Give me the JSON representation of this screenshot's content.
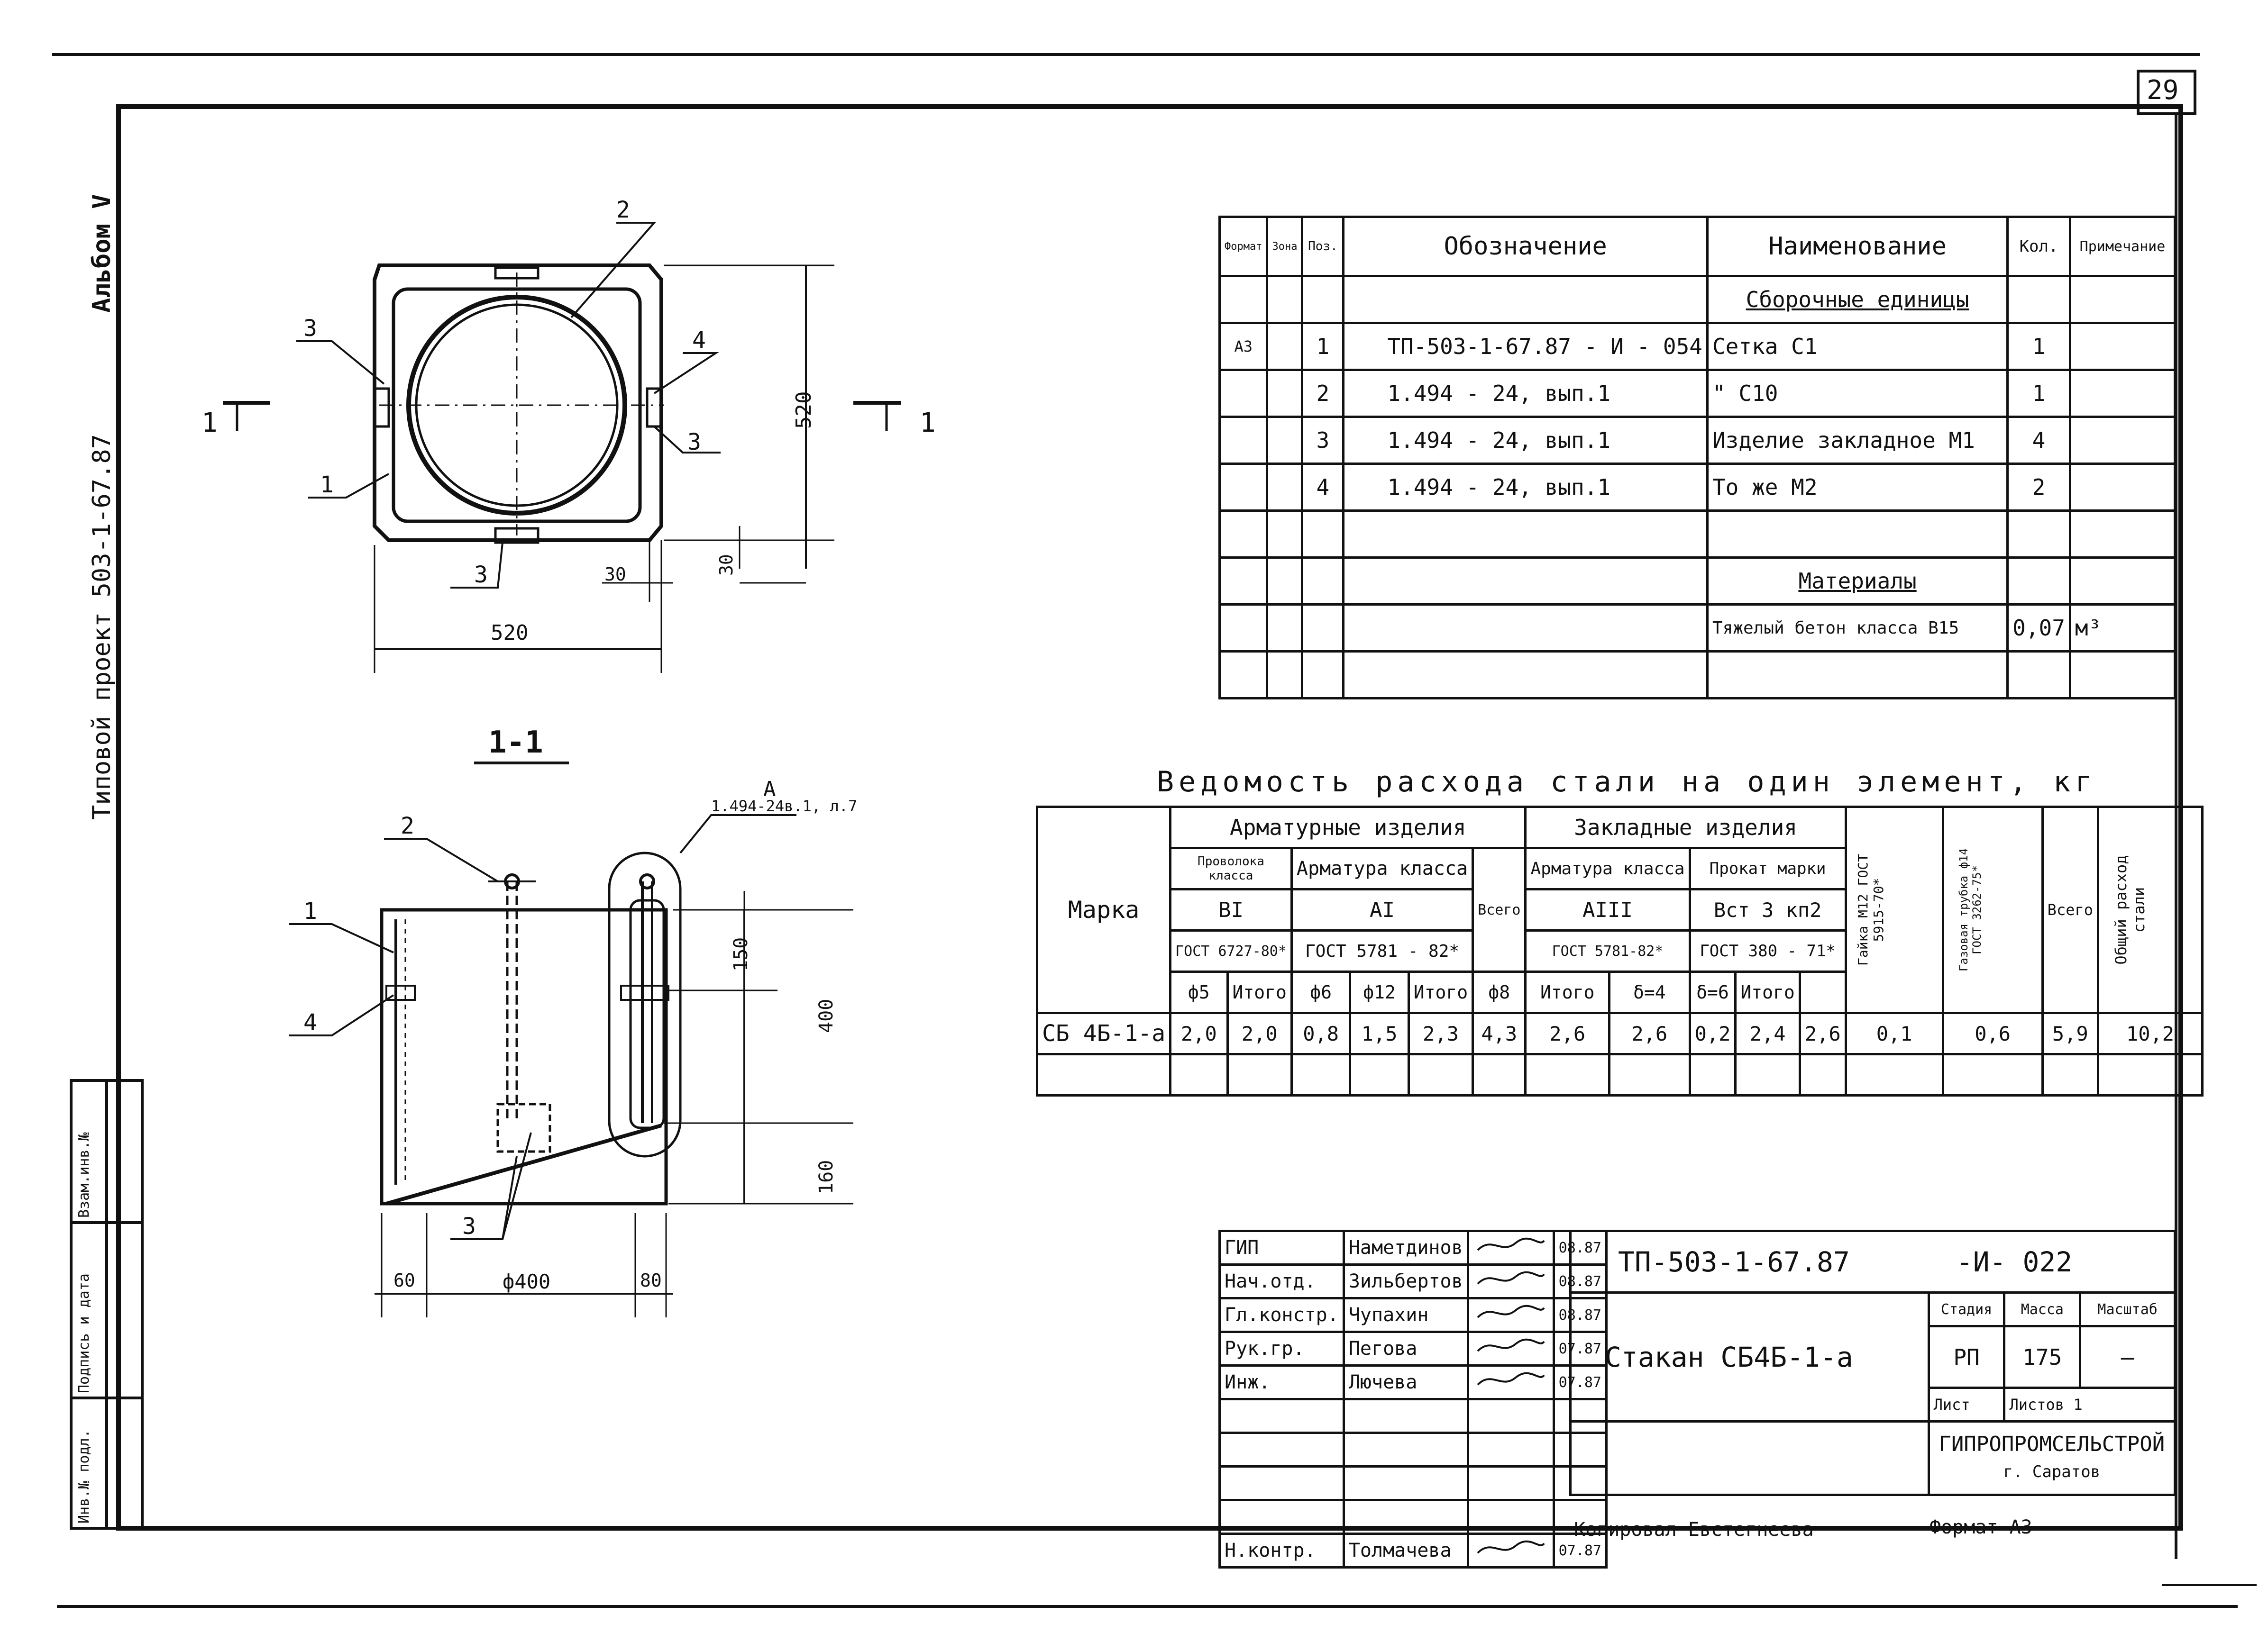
{
  "sheet_number": "29",
  "album": "Альбом V",
  "project": "Типовой проект 503-1-67.87",
  "plan": {
    "dim_width": "520",
    "dim_height": "520",
    "dim_30a": "30",
    "dim_30b": "30",
    "section_mark": "1",
    "callouts": [
      "1",
      "2",
      "3",
      "3",
      "3",
      "4"
    ]
  },
  "section": {
    "title": "1-1",
    "detail_letter": "A",
    "detail_ref": "1.494-24в.1, л.7",
    "dim_150": "150",
    "dim_400": "400",
    "dim_160": "160",
    "dim_60": "60",
    "dim_d400": "ф400",
    "dim_80": "80",
    "callouts": [
      "1",
      "2",
      "3",
      "4"
    ]
  },
  "spec": {
    "headers": [
      "Формат",
      "Зона",
      "Поз.",
      "Обозначение",
      "Наименование",
      "Кол.",
      "Примечание"
    ],
    "rows": [
      {
        "fmt": "",
        "zone": "",
        "pos": "",
        "designation": "",
        "name": "Сборочные единицы",
        "qty": "",
        "note": ""
      },
      {
        "fmt": "А3",
        "zone": "",
        "pos": "1",
        "designation": "ТП-503-1-67.87 - И - 054",
        "name": "Сетка С1",
        "qty": "1",
        "note": ""
      },
      {
        "fmt": "",
        "zone": "",
        "pos": "2",
        "designation": "1.494 - 24, вып.1",
        "name": "\"   С10",
        "qty": "1",
        "note": ""
      },
      {
        "fmt": "",
        "zone": "",
        "pos": "3",
        "designation": "1.494 - 24, вып.1",
        "name": "Изделие закладное М1",
        "qty": "4",
        "note": ""
      },
      {
        "fmt": "",
        "zone": "",
        "pos": "4",
        "designation": "1.494 - 24, вып.1",
        "name": "То же   М2",
        "qty": "2",
        "note": ""
      },
      {
        "fmt": "",
        "zone": "",
        "pos": "",
        "designation": "",
        "name": "",
        "qty": "",
        "note": ""
      },
      {
        "fmt": "",
        "zone": "",
        "pos": "",
        "designation": "",
        "name": "Материалы",
        "qty": "",
        "note": ""
      },
      {
        "fmt": "",
        "zone": "",
        "pos": "",
        "designation": "",
        "name": "Тяжелый бетон класса В15",
        "qty": "0,07",
        "note": "м³"
      },
      {
        "fmt": "",
        "zone": "",
        "pos": "",
        "designation": "",
        "name": "",
        "qty": "",
        "note": ""
      }
    ]
  },
  "steel": {
    "title": "Ведомость расхода стали на один элемент, кг",
    "marka": "Марка",
    "arm": "Арматурные изделия",
    "zakl": "Закладные изделия",
    "wire": "Проволока класса",
    "armclass": "Арматура класса",
    "prokat": "Прокат марки",
    "bI": "ВI",
    "aI": "АI",
    "aIII": "АIII",
    "vst": "Вст 3 кп2",
    "gost1": "ГОСТ 6727-80*",
    "gost2": "ГОСТ 5781 - 82*",
    "gost3": "ГОСТ 5781-82*",
    "gost4": "ГОСТ 380 - 71*",
    "vsego": "Всего",
    "nut": "Гайка М12 ГОСТ 5915-70*",
    "pipe": "Газовая трубка ф14 ГОСТ 3262-75*",
    "total": "Общий расход стали",
    "sub": [
      "ф5",
      "Итого",
      "ф6",
      "ф12",
      "Итого",
      "ф8",
      "Итого",
      "δ=4",
      "δ=6",
      "Итого"
    ],
    "row": {
      "mark": "СБ 4Б-1-а",
      "values": [
        "2,0",
        "2,0",
        "0,8",
        "1,5",
        "2,3",
        "4,3",
        "2,6",
        "2,6",
        "0,2",
        "2,4",
        "2,6",
        "0,1",
        "0,6",
        "5,9",
        "10,2"
      ]
    }
  },
  "title_block": {
    "people": [
      {
        "role": "ГИП",
        "name": "Наметдинов",
        "date": "08.87"
      },
      {
        "role": "Нач.отд.",
        "name": "Зильбертов",
        "date": "08.87"
      },
      {
        "role": "Гл.констр.",
        "name": "Чупахин",
        "date": "08.87"
      },
      {
        "role": "Рук.гр.",
        "name": "Пегова",
        "date": "07.87"
      },
      {
        "role": "Инж.",
        "name": "Лючева",
        "date": "07.87"
      },
      {
        "role": "Н.контр.",
        "name": "Толмачева",
        "date": "07.87"
      }
    ],
    "doc": "ТП-503-1-67.87",
    "doc_suffix": "-И- 022",
    "name": "Стакан СБ4Б-1-а",
    "stage_h": "Стадия",
    "mass_h": "Масса",
    "scale_h": "Масштаб",
    "stage": "РП",
    "mass": "175",
    "scale": "—",
    "sheet_h": "Лист",
    "sheets_h": "Листов 1",
    "org": "ГИПРОПРОМСЕЛЬСТРОЙ",
    "city": "г. Саратов",
    "copied": "Копировал Евстегнеева",
    "format": "Формат А3"
  },
  "side": [
    "Инв.№ подл.",
    "Подпись и дата",
    "Взам.инв.№"
  ]
}
